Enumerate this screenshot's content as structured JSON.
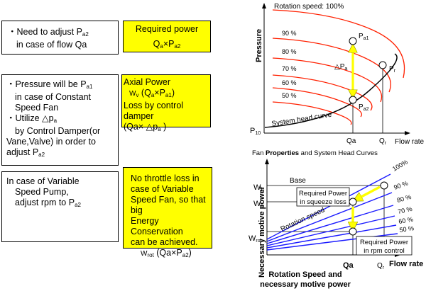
{
  "left_boxes": {
    "box1": {
      "line1": "・Need to adjust P",
      "line1_sub": "a2",
      "line2": "in case of flow  Qa"
    },
    "box2": {
      "line1": "・Pressure will be P",
      "line1_sub": "a1",
      "line2": "in case of Constant",
      "line3": "Speed Fan",
      "line4": "・Utilize △p",
      "line4_sub": "a",
      "line5": "by Control Damper(or",
      "line6": "Vane,Valve)  in order to",
      "line7": "adjust P",
      "line7_sub": "a2"
    },
    "box3": {
      "line1": "In case of Variable",
      "line2": "Speed Pump,",
      "line3": "adjust rpm to P",
      "line3_sub": "a2"
    }
  },
  "yellow_boxes": {
    "box1": {
      "title": "Required power",
      "formula_a": "Q",
      "formula_a_sub": "a",
      "formula_b": "×P",
      "formula_b_sub": "a2"
    },
    "box2": {
      "line1": "Axial Power",
      "line2_w": "W",
      "line2_w_sub": "v",
      "line2_a": "  (Q",
      "line2_a_sub": "a",
      "line2_b": "×P",
      "line2_b_sub": "a1",
      "line2_c": ")",
      "line3": "Loss by control damper",
      "line4_a": "  (Qa×  △p",
      "line4_a_sub": "a",
      "line4_b": " )"
    },
    "box3": {
      "line1": "No throttle loss in",
      "line2": "case of Variable",
      "line3": "Speed Fan, so that big",
      "line4": "Energy Conservation",
      "line5": "can be achieved.",
      "line6_w": "W",
      "line6_w_sub": "rot",
      "line6_a": "  (Qa×P",
      "line6_a_sub": "a2",
      "line6_b": ")"
    }
  },
  "top_chart": {
    "ylabel": "Pressure",
    "xlabel": "Flow rate",
    "curve_labels": [
      "Rotation speed: 100%",
      "90 %",
      "80 %",
      "70 %",
      "60 %",
      "50 %"
    ],
    "system_curve_label": "System head curve",
    "p_a1": "P",
    "p_a1_sub": "a1",
    "p_a2": "P",
    "p_a2_sub": "a2",
    "p_r": "P",
    "p_r_sub": "r",
    "delta_pa": "△P",
    "delta_pa_sub": "a",
    "p10": "P",
    "p10_sub": "10",
    "qa": "Qa",
    "qr": "Q",
    "qr_sub": "r",
    "caption_a": "Fan ",
    "caption_b": "Properties",
    "caption_c": " and System Head Curves"
  },
  "bottom_chart": {
    "ylabel": "Necessary motive power",
    "xlabel": "Flow rate",
    "wb": "W",
    "wb_sub": "b",
    "wv": "W",
    "wv_sub": "v",
    "wrot": "W",
    "wrot_sub": "rot",
    "base_label": "Base",
    "squeeze_label_1": "Required Power",
    "squeeze_label_2": "in squeeze loss",
    "rotation_label": "Rotation speed",
    "rpm_label_1": "Required Power",
    "rpm_label_2": "in rpm control",
    "line_labels": [
      "100%",
      "90 %",
      "80 %",
      "70 %",
      "60 %",
      "50 %"
    ],
    "qa": "Qa",
    "qr": "Q",
    "qr_sub": "r",
    "caption_1": "Rotation Speed and",
    "caption_2": "necessary motive power"
  },
  "colors": {
    "yellow": "#ffff00",
    "curve_red": "#ff2000",
    "line_blue": "#1a1aff",
    "arrow": "#ffff00"
  }
}
